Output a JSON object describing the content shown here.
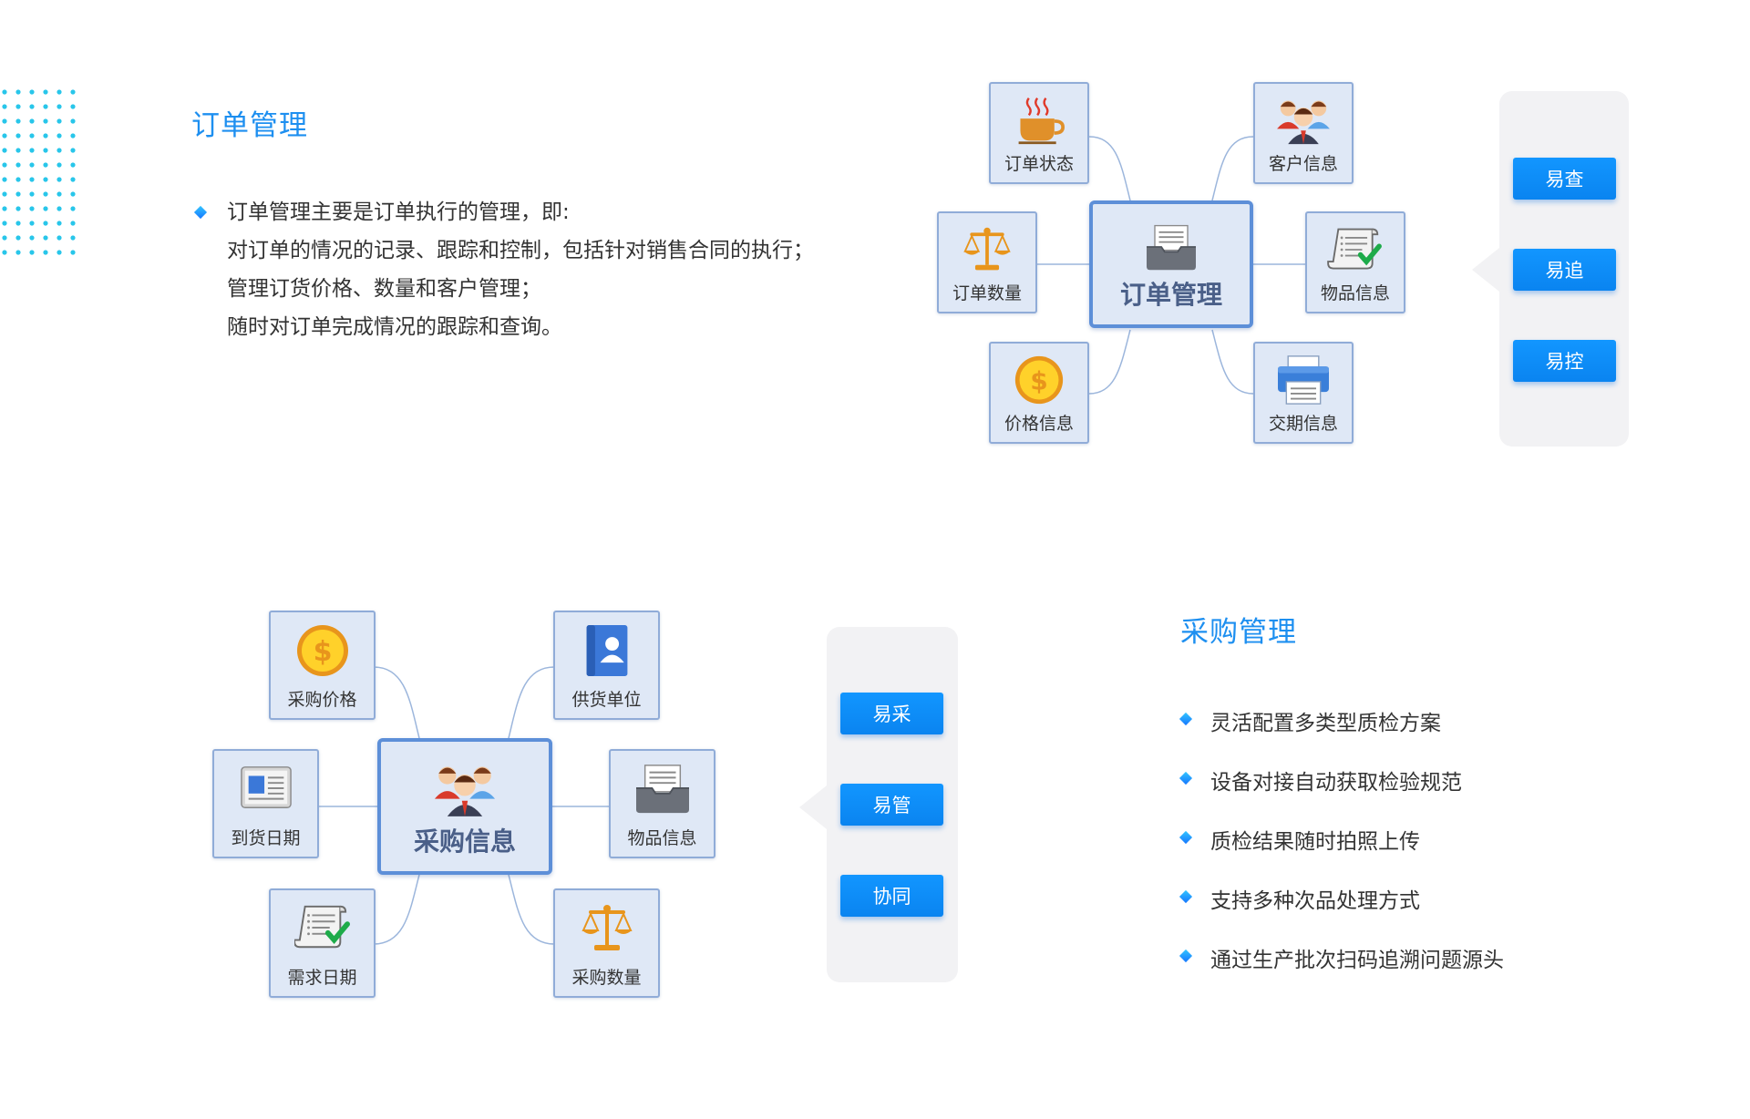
{
  "order": {
    "title": "订单管理",
    "paragraph": [
      "订单管理主要是订单执行的管理，即:",
      "对订单的情况的记录、跟踪和控制，包括针对销售合同的执行；",
      "管理订货价格、数量和客户管理；",
      "随时对订单完成情况的跟踪和查询。"
    ],
    "mindmap": {
      "center": {
        "label": "订单管理",
        "icon": "inbox-tray-icon"
      },
      "nodes": [
        {
          "label": "订单状态",
          "icon": "coffee-cup-icon"
        },
        {
          "label": "客户信息",
          "icon": "people-group-icon"
        },
        {
          "label": "订单数量",
          "icon": "balance-scale-icon"
        },
        {
          "label": "物品信息",
          "icon": "checklist-scroll-icon"
        },
        {
          "label": "价格信息",
          "icon": "dollar-coin-icon"
        },
        {
          "label": "交期信息",
          "icon": "printer-icon"
        }
      ]
    },
    "buttons": [
      "易查",
      "易追",
      "易控"
    ]
  },
  "purchase": {
    "title": "采购管理",
    "features": [
      "灵活配置多类型质检方案",
      "设备对接自动获取检验规范",
      "质检结果随时拍照上传",
      "支持多种次品处理方式",
      "通过生产批次扫码追溯问题源头"
    ],
    "mindmap": {
      "center": {
        "label": "采购信息",
        "icon": "people-group-icon"
      },
      "nodes": [
        {
          "label": "采购价格",
          "icon": "dollar-coin-icon"
        },
        {
          "label": "供货单位",
          "icon": "contact-book-icon"
        },
        {
          "label": "到货日期",
          "icon": "calendar-card-icon"
        },
        {
          "label": "物品信息",
          "icon": "inbox-tray-icon"
        },
        {
          "label": "需求日期",
          "icon": "checklist-scroll-icon"
        },
        {
          "label": "采购数量",
          "icon": "balance-scale-icon"
        }
      ]
    },
    "buttons": [
      "易采",
      "易管",
      "协同"
    ]
  },
  "colors": {
    "accent": "#1d8ff0",
    "button": "#0a84f0",
    "node_fill": "#dfe8f6",
    "node_border": "#90acd8",
    "panel": "#f2f2f4"
  }
}
